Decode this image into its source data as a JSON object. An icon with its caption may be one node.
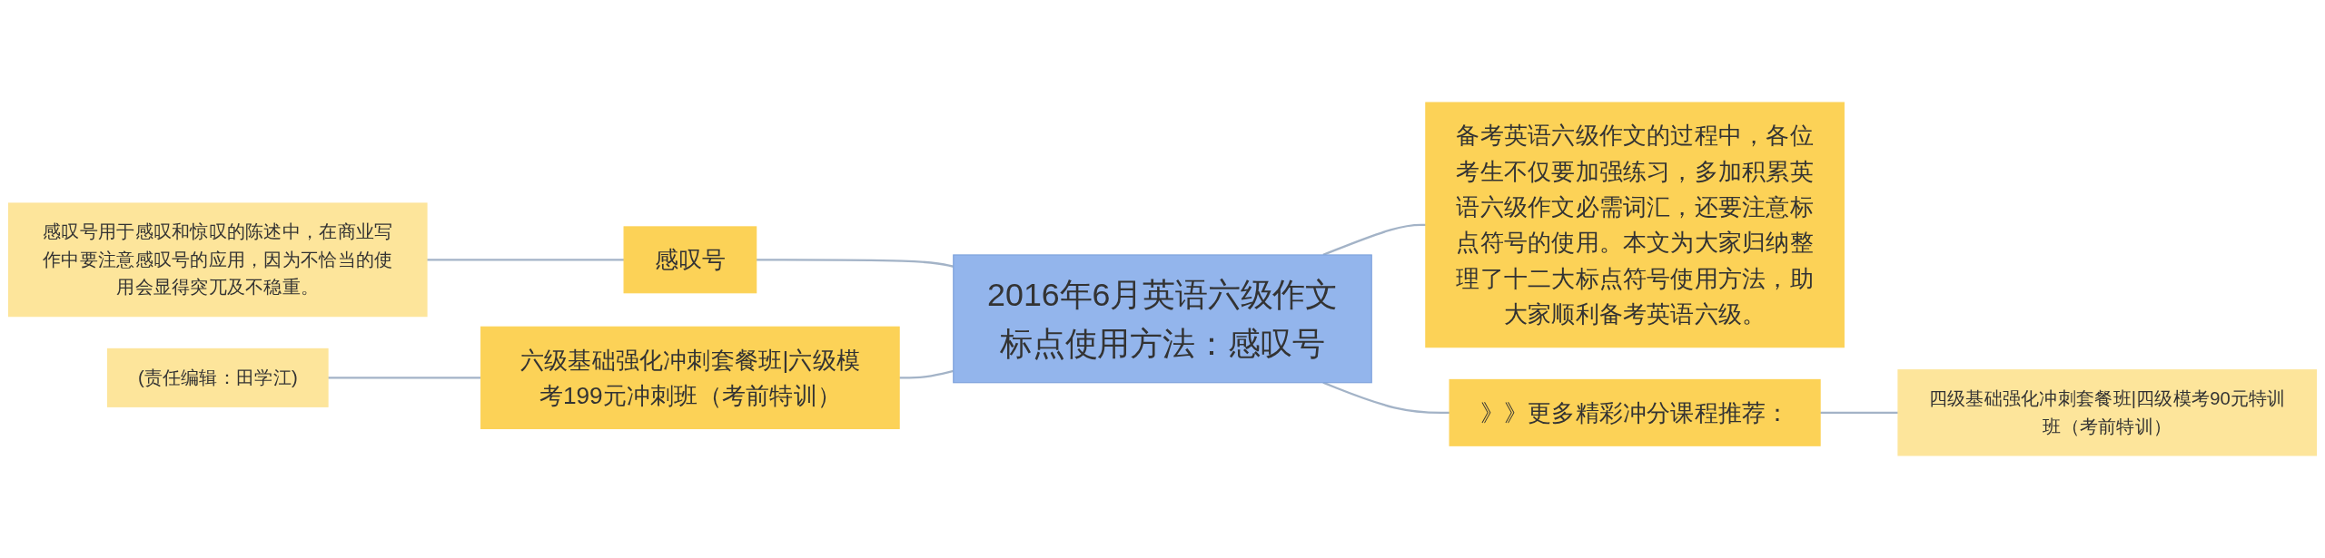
{
  "diagram": {
    "nodes": [
      {
        "text": [
          "2016年6月英语六级作文标点使用方法：感叹号"
        ]
      },
      {
        "text": [
          "感叹号"
        ]
      },
      {
        "text": [
          "感叹号用于感叹和惊叹的陈述中，在商业写作中要注意感叹号的应用，因为不恰当的使用会显得突兀及不稳重。"
        ]
      },
      {
        "text": [
          "六级基础强化冲刺套餐班|六级模考199元冲刺班（考前特训）"
        ]
      },
      {
        "text": [
          "(责任编辑：田学江)"
        ]
      },
      {
        "text": [
          "备考英语六级作文的过程中，各位考生不仅要加强练习，多加积累英语六级作文必需词汇，还要注意标点符号的使用。本文为大家归纳整理了十二大标点符号使用方法，助大家顺利备考英语六级。"
        ]
      },
      {
        "text": [
          "》》更多精彩冲分课程推荐："
        ]
      },
      {
        "text": [
          "四级基础强化冲刺套餐班|四级模考90元特训班（考前特训）"
        ]
      }
    ],
    "edges": [
      {
        "from": 0,
        "to": 1,
        "arrow": "none"
      },
      {
        "from": 1,
        "to": 2,
        "arrow": "none"
      },
      {
        "from": 0,
        "to": 3,
        "arrow": "none"
      },
      {
        "from": 3,
        "to": 4,
        "arrow": "none"
      },
      {
        "from": 0,
        "to": 5,
        "arrow": "none"
      },
      {
        "from": 0,
        "to": 6,
        "arrow": "none"
      },
      {
        "from": 6,
        "to": 7,
        "arrow": "none"
      }
    ]
  }
}
